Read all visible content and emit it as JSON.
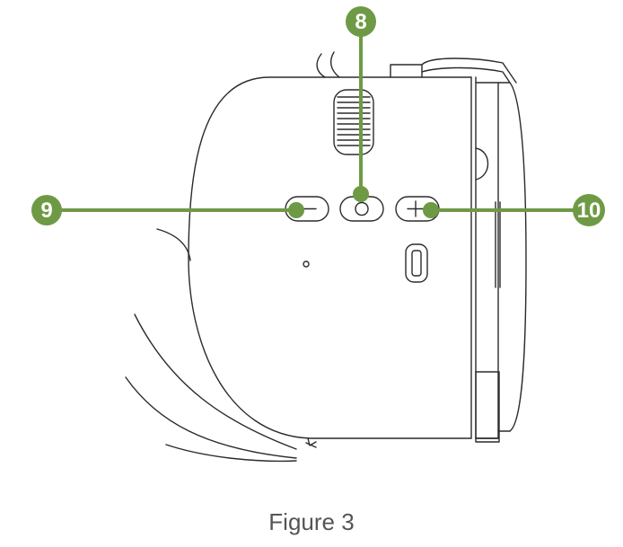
{
  "figure": {
    "caption": "Figure 3",
    "callouts": [
      {
        "id": "8",
        "label": "8"
      },
      {
        "id": "9",
        "label": "9"
      },
      {
        "id": "10",
        "label": "10"
      }
    ],
    "buttons": [
      {
        "name": "minus",
        "symbol": "−"
      },
      {
        "name": "center",
        "symbol": "○"
      },
      {
        "name": "plus",
        "symbol": "+"
      }
    ],
    "colors": {
      "callout": "#6e9a45",
      "callout_text": "#ffffff",
      "line": "#2b2b2b",
      "caption": "#555555"
    }
  }
}
